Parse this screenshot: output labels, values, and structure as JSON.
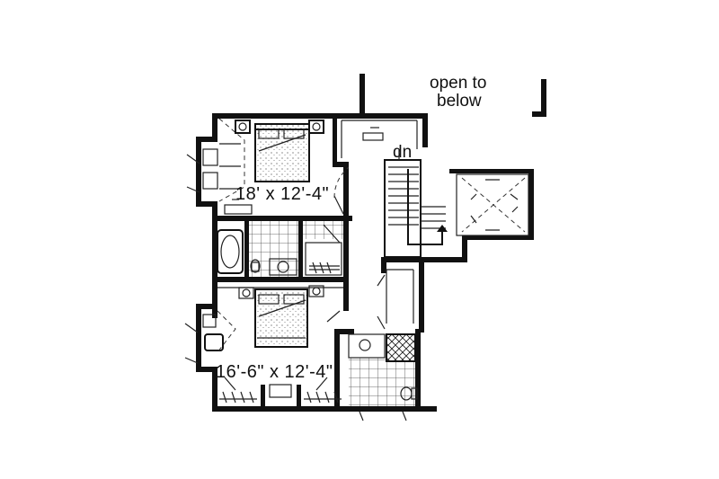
{
  "labels": {
    "open_to_below_line1": "open to",
    "open_to_below_line2": "below",
    "stair_direction": "dn",
    "bedroom_upper_dimensions": "18' x 12'-4\"",
    "bedroom_lower_dimensions": "16'-6\" x 12'-4\""
  },
  "colors": {
    "ink": "#111111",
    "paper": "#ffffff"
  }
}
